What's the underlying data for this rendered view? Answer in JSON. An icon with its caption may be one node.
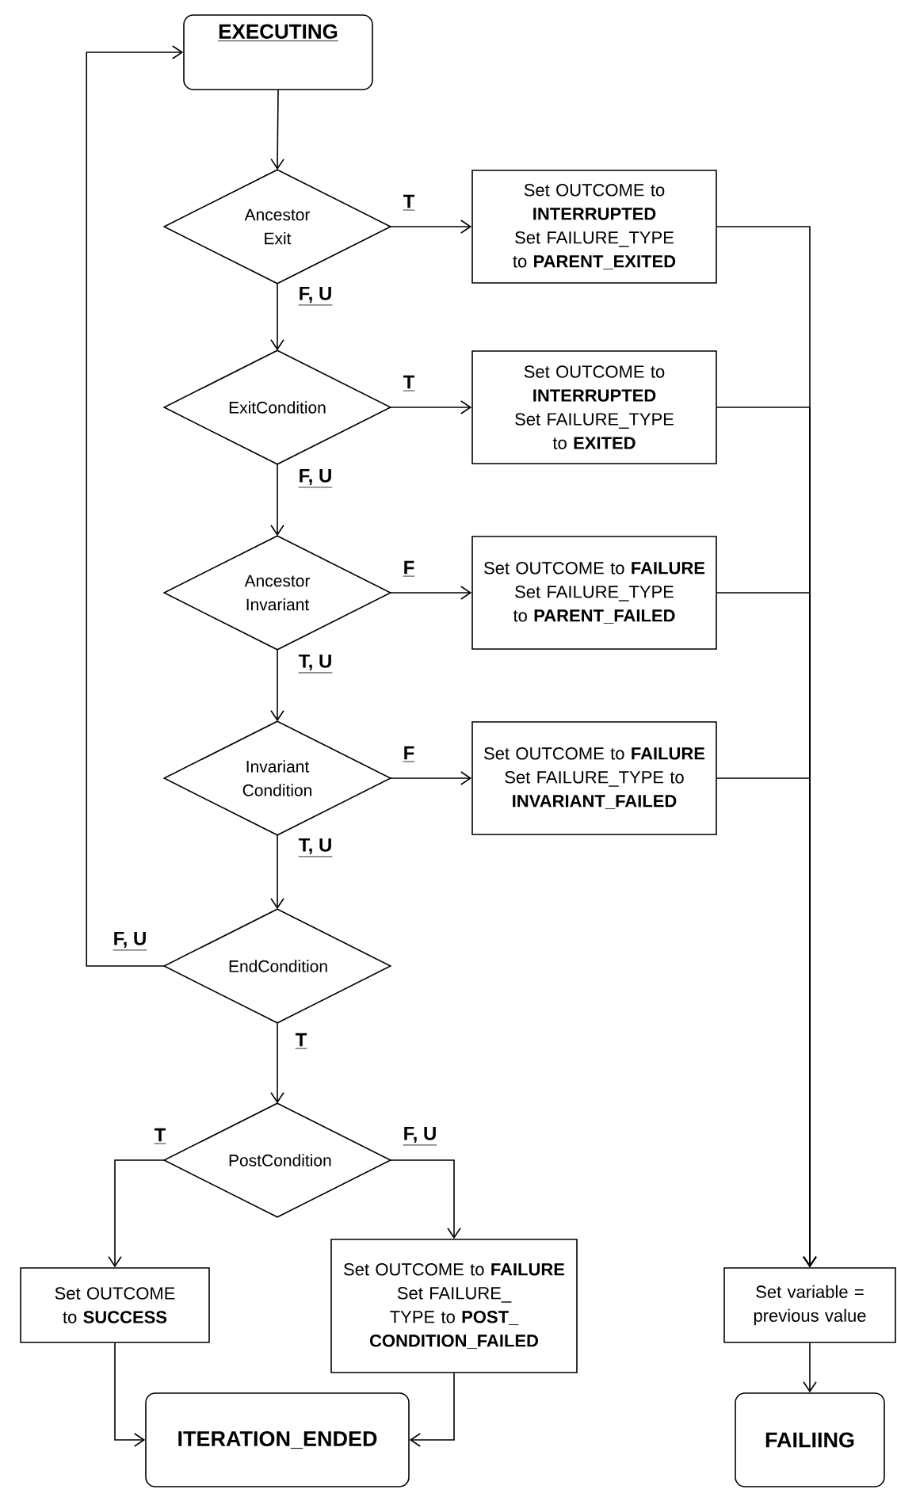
{
  "diagram": {
    "nodes": [
      {
        "text": [
          "EXECUTING"
        ]
      },
      {
        "text": [
          "Ancestor Exit"
        ]
      },
      {
        "text": [
          "Set OUTCOME to **INTERRUPTED**",
          "Set FAILURE_TYPE to **PARENT_EXITED**"
        ]
      },
      {
        "text": [
          "ExitCondition"
        ]
      },
      {
        "text": [
          "Set OUTCOME to **INTERRUPTED**",
          "Set FAILURE_TYPE to **EXITED**"
        ]
      },
      {
        "text": [
          "Ancestor Invariant"
        ]
      },
      {
        "text": [
          "Set OUTCOME to **FAILURE**",
          "Set FAILURE_TYPE to **PARENT_FAILED**"
        ]
      },
      {
        "text": [
          "Invariant Condition"
        ]
      },
      {
        "text": [
          "Set OUTCOME to **FAILURE**",
          "Set FAILURE_TYPE to **INVARIANT_FAILED**"
        ]
      },
      {
        "text": [
          "EndCondition"
        ]
      },
      {
        "text": [
          "PostCondition"
        ]
      },
      {
        "text": [
          "Set OUTCOME to **SUCCESS**"
        ]
      },
      {
        "text": [
          "Set OUTCOME to **FAILURE**",
          "Set FAILURE_TYPE to **POST_CONDITION_FAILED**"
        ]
      },
      {
        "text": [
          "Set variable = previous value"
        ]
      },
      {
        "text": [
          "ITERATION_ENDED"
        ]
      },
      {
        "text": [
          "FAILIING"
        ]
      }
    ],
    "edges": [
      {
        "from": 0,
        "to": 1,
        "arrow": "to"
      },
      {
        "from": 1,
        "to": 2,
        "arrow": "to",
        "label": "T"
      },
      {
        "from": 1,
        "to": 3,
        "arrow": "to",
        "label": "F, U"
      },
      {
        "from": 3,
        "to": 4,
        "arrow": "to",
        "label": "T"
      },
      {
        "from": 3,
        "to": 5,
        "arrow": "to",
        "label": "F, U"
      },
      {
        "from": 5,
        "to": 6,
        "arrow": "to",
        "label": "F"
      },
      {
        "from": 5,
        "to": 7,
        "arrow": "to",
        "label": "T, U"
      },
      {
        "from": 7,
        "to": 8,
        "arrow": "to",
        "label": "F"
      },
      {
        "from": 7,
        "to": 9,
        "arrow": "to",
        "label": "T, U"
      },
      {
        "from": 9,
        "to": 0,
        "arrow": "to",
        "label": "F, U"
      },
      {
        "from": 9,
        "to": 10,
        "arrow": "to",
        "label": "T"
      },
      {
        "from": 10,
        "to": 11,
        "arrow": "to",
        "label": "T"
      },
      {
        "from": 10,
        "to": 12,
        "arrow": "to",
        "label": "F, U"
      },
      {
        "from": 2,
        "to": 13,
        "arrow": "to"
      },
      {
        "from": 4,
        "to": 13,
        "arrow": "to"
      },
      {
        "from": 6,
        "to": 13,
        "arrow": "to"
      },
      {
        "from": 8,
        "to": 13,
        "arrow": "to"
      },
      {
        "from": 11,
        "to": 14,
        "arrow": "to"
      },
      {
        "from": 12,
        "to": 14,
        "arrow": "to"
      },
      {
        "from": 13,
        "to": 15,
        "arrow": "to"
      }
    ]
  }
}
